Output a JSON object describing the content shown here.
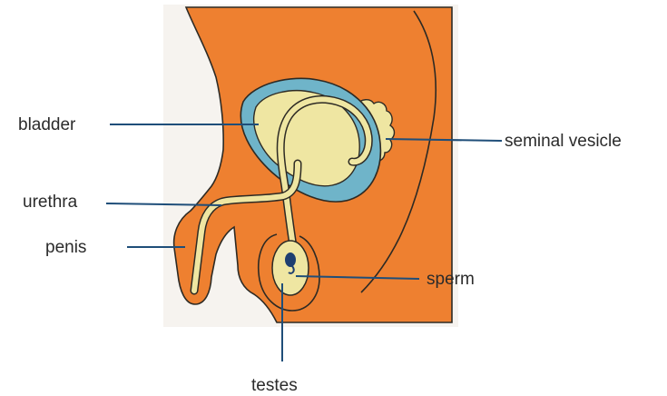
{
  "labels": {
    "bladder": "bladder",
    "urethra": "urethra",
    "penis": "penis",
    "seminal_vesicle": "seminal vesicle",
    "sperm": "sperm",
    "testes": "testes"
  },
  "colors": {
    "background_tint": "#f6f3ef",
    "body_fill": "#ee8030",
    "outline": "#2d2a24",
    "bladder_outer": "#6fb4c9",
    "organ_cream": "#efe6a2",
    "leader_line": "#1f4e79"
  }
}
